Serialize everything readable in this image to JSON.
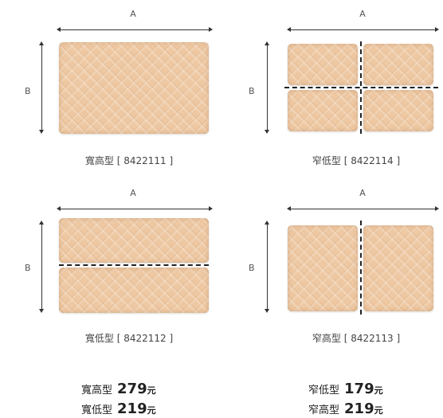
{
  "dimension_labels": {
    "width": "A",
    "height": "B"
  },
  "products": [
    {
      "name": "寬高型",
      "code_text": "[ 8422111 ]"
    },
    {
      "name": "窄低型",
      "code_text": "[ 8422114 ]"
    },
    {
      "name": "寬低型",
      "code_text": "[ 8422112 ]"
    },
    {
      "name": "窄高型",
      "code_text": "[ 8422113 ]"
    }
  ],
  "prices": {
    "currency_unit": "元",
    "left": [
      {
        "name": "寬高型",
        "price": "279"
      },
      {
        "name": "寬低型",
        "price": "219"
      }
    ],
    "right": [
      {
        "name": "窄低型",
        "price": "179"
      },
      {
        "name": "窄高型",
        "price": "219"
      }
    ]
  },
  "colors": {
    "basket": "#eec8a2",
    "dash": "#222222",
    "arrow": "#333333"
  }
}
